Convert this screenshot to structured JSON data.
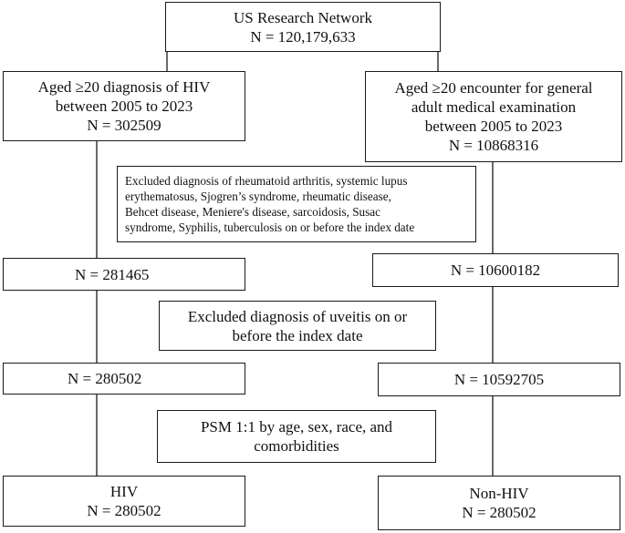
{
  "flowchart": {
    "top": {
      "title": "US Research Network",
      "count": "N = 120,179,633"
    },
    "left": {
      "cohort": {
        "lines": [
          "Aged ≥20 diagnosis of HIV",
          "between 2005 to 2023",
          "N = 302509"
        ]
      },
      "after_exclusion1": "N = 281465",
      "after_exclusion2": "N = 280502",
      "final": {
        "label": "HIV",
        "count": "N = 280502"
      }
    },
    "right": {
      "cohort": {
        "lines": [
          "Aged ≥20 encounter for general",
          "adult medical examination",
          "between 2005 to 2023",
          "N = 10868316"
        ]
      },
      "after_exclusion1": "N = 10600182",
      "after_exclusion2": "N = 10592705",
      "final": {
        "label": "Non-HIV",
        "count": "N = 280502"
      }
    },
    "exclusion1": {
      "lines": [
        "Excluded diagnosis of rheumatoid arthritis, systemic lupus",
        "erythematosus, Sjogren’s syndrome, rheumatic disease,",
        "Behcet disease, Meniere's disease, sarcoidosis, Susac",
        "syndrome, Syphilis, tuberculosis on or before the index date"
      ]
    },
    "exclusion2": {
      "lines": [
        "Excluded diagnosis of uveitis on or",
        "before the index date"
      ]
    },
    "matching": {
      "lines": [
        "PSM 1:1 by age, sex, race, and",
        "comorbidities"
      ]
    }
  }
}
